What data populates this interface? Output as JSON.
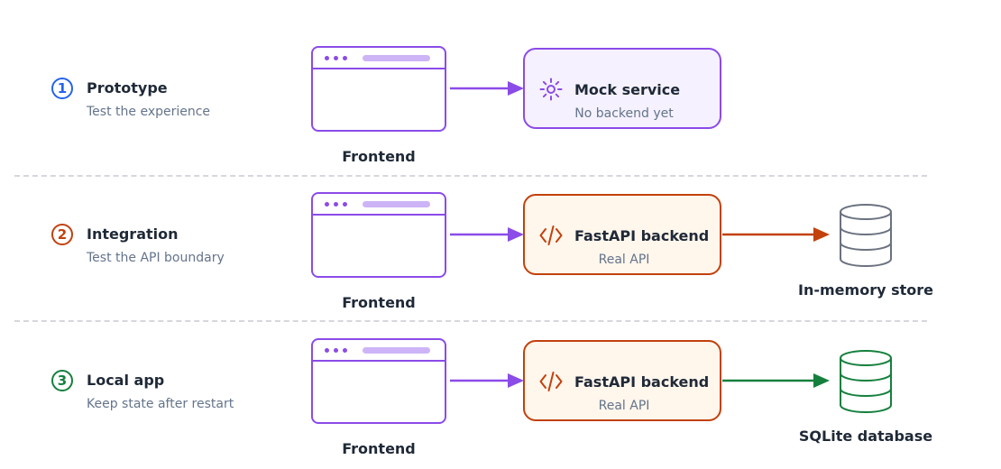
{
  "colors": {
    "frontend": "#8b4be8",
    "frontend_light": "#cdb4f7",
    "mock": "#8b4be8",
    "api": "#c2410c",
    "store": "#6b7280",
    "database": "#15803d",
    "divider": "#d6d6dc"
  },
  "steps": [
    {
      "number": "1",
      "title": "Prototype",
      "subtitle": "Test the experience",
      "badge_color": "#2563eb",
      "frontend_label": "Frontend",
      "service": {
        "icon": "sun-icon",
        "title": "Mock service",
        "subtitle": "No backend yet"
      },
      "storage": null
    },
    {
      "number": "2",
      "title": "Integration",
      "subtitle": "Test the API boundary",
      "badge_color": "#c2410c",
      "frontend_label": "Frontend",
      "service": {
        "icon": "code-icon",
        "title": "FastAPI backend",
        "subtitle": "Real API"
      },
      "storage": {
        "icon": "database-icon",
        "label": "In-memory store"
      }
    },
    {
      "number": "3",
      "title": "Local app",
      "subtitle": "Keep state after restart",
      "badge_color": "#15803d",
      "frontend_label": "Frontend",
      "service": {
        "icon": "code-icon",
        "title": "FastAPI backend",
        "subtitle": "Real API"
      },
      "storage": {
        "icon": "database-icon",
        "label": "SQLite database"
      }
    }
  ]
}
